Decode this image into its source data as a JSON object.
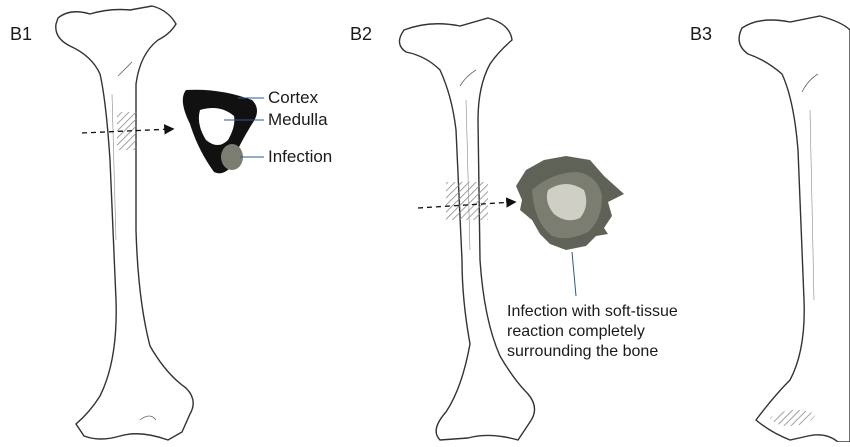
{
  "panels": [
    {
      "id": "B1",
      "label": "B1"
    },
    {
      "id": "B2",
      "label": "B2"
    },
    {
      "id": "B3",
      "label": "B3"
    }
  ],
  "b1_callouts": {
    "cortex": "Cortex",
    "medulla": "Medulla",
    "infection": "Infection"
  },
  "b2_note": [
    "Infection with soft-tissue",
    "reaction completely",
    "surrounding the bone"
  ],
  "colors": {
    "outline": "#333333",
    "cortex": "#111111",
    "infection_gray": "#7a7d70",
    "soft_tissue": "#5f6257",
    "marrow_light": "#cfcfc6",
    "callout_line": "#2a5a8a"
  }
}
